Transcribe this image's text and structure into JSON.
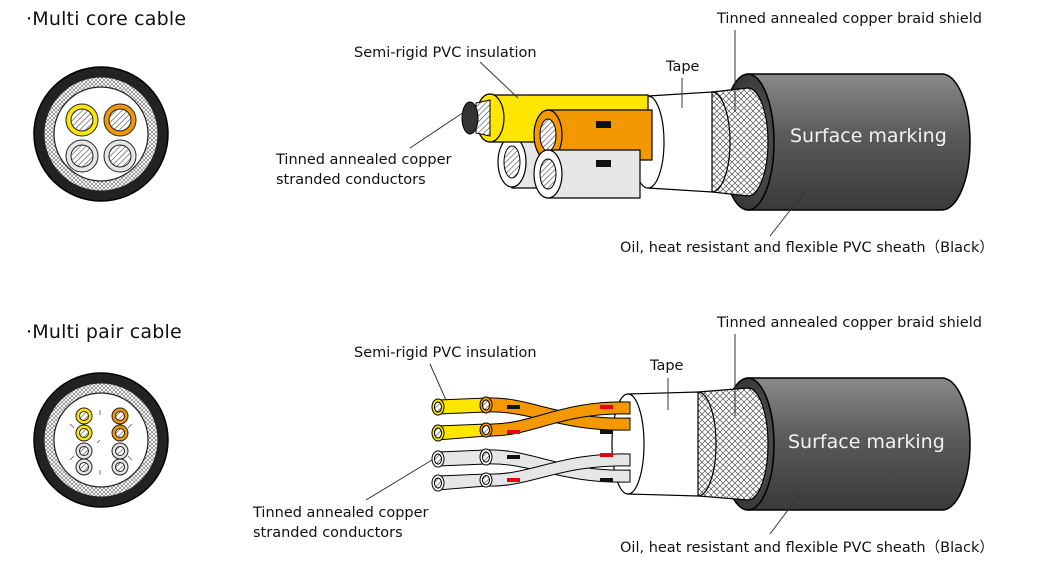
{
  "sections": [
    {
      "title": "·Multi core cable",
      "labels": {
        "insulation": "Semi-rigid PVC insulation",
        "tape": "Tape",
        "braid": "Tinned annealed copper braid shield",
        "marking": "Surface marking",
        "conductor_line1": "Tinned annealed copper",
        "conductor_line2": "stranded conductors",
        "sheath": "Oil, heat resistant and flexible PVC sheath（Black）"
      }
    },
    {
      "title": "·Multi pair cable",
      "labels": {
        "insulation": "Semi-rigid PVC insulation",
        "tape": "Tape",
        "braid": "Tinned annealed copper braid shield",
        "marking": "Surface marking",
        "conductor_line1": "Tinned annealed copper",
        "conductor_line2": "stranded conductors",
        "sheath": "Oil, heat resistant and flexible PVC sheath（Black）"
      }
    }
  ],
  "colors": {
    "yellow": "#ffe600",
    "orange": "#f39800",
    "white_core": "#e6e6e6",
    "sheath_dark": "#3c3c3c",
    "sheath_light": "#7a7a7a",
    "marker_black": "#111111",
    "marker_red": "#e60012"
  }
}
